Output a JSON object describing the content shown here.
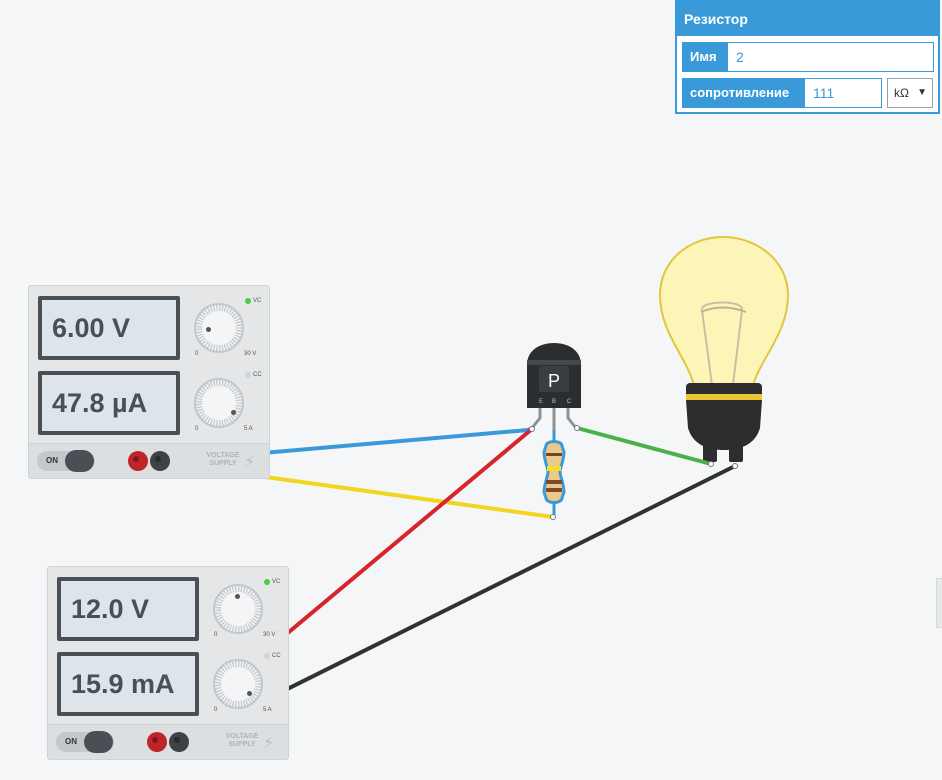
{
  "panel": {
    "title": "Резистор",
    "name_label": "Имя",
    "name_value": "2",
    "resistance_label": "сопротивление",
    "resistance_value": "111",
    "unit": "kΩ",
    "dropdown_arrow": "▼"
  },
  "psu1": {
    "voltage": "6.00 V",
    "current": "47.8 µA",
    "vc_label": "VC",
    "cc_label": "CC",
    "vc_active": true,
    "cc_active": false,
    "knob1_min": "0",
    "knob1_max": "30 V",
    "knob2_min": "0",
    "knob2_max": "5 A",
    "switch_label": "ON",
    "brand": "VOLTAGE SUPPLY"
  },
  "psu2": {
    "voltage": "12.0 V",
    "current": "15.9 mA",
    "vc_label": "VC",
    "cc_label": "CC",
    "vc_active": true,
    "cc_active": false,
    "knob1_min": "0",
    "knob1_max": "30 V",
    "knob2_min": "0",
    "knob2_max": "5 A",
    "switch_label": "ON",
    "brand": "VOLTAGE SUPPLY"
  },
  "transistor": {
    "type_label": "P",
    "pin_e": "E",
    "pin_b": "B",
    "pin_c": "C"
  },
  "colors": {
    "accent": "#3a9ad9",
    "wire_blue": "#3a9ad9",
    "wire_yellow": "#f2d51f",
    "wire_green": "#4bb04a",
    "wire_red": "#d8242c",
    "wire_black": "#2f3133",
    "led_green": "#41d141",
    "led_off": "#cfd3d6"
  }
}
